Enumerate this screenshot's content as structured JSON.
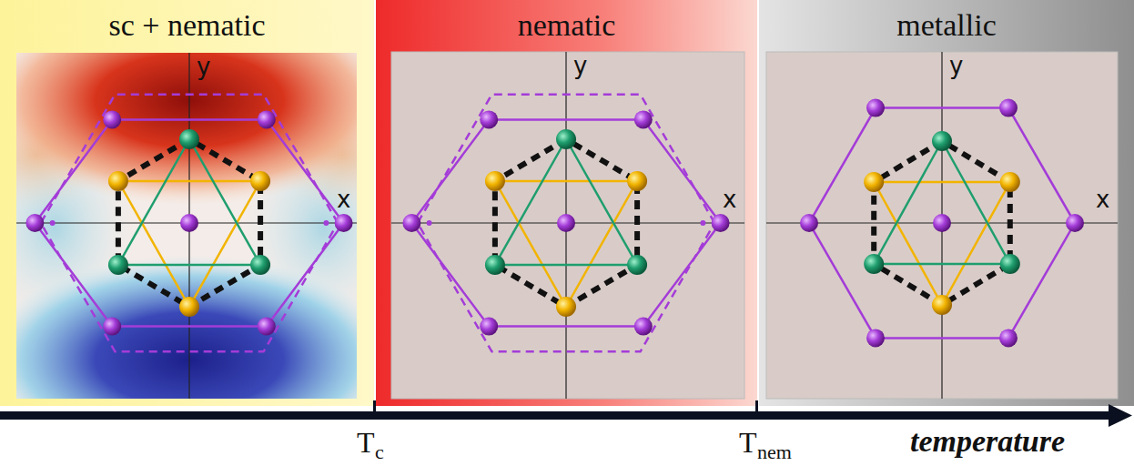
{
  "diagram": {
    "nodes": [
      {
        "text": [
          "sc + nematic"
        ]
      },
      {
        "text": [
          "nematic"
        ]
      },
      {
        "text": [
          "metallic"
        ]
      }
    ],
    "labels": [
      "y",
      "x",
      "y",
      "x",
      "y",
      "x",
      "T",
      "c",
      "T",
      "nem",
      "temperature"
    ]
  }
}
